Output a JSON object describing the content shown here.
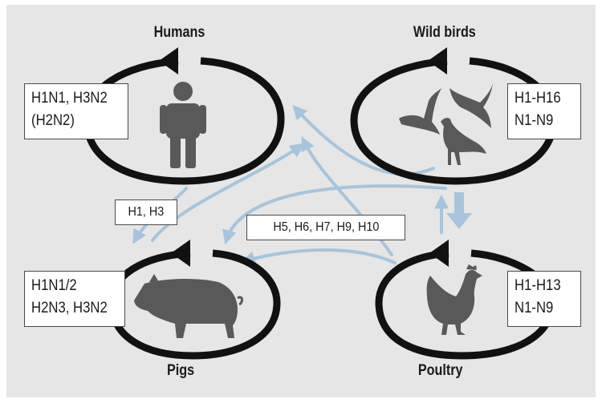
{
  "hosts": {
    "humans": {
      "label": "Humans",
      "subtypes": [
        "H1N1, H3N2",
        "(H2N2)"
      ]
    },
    "wild_birds": {
      "label": "Wild birds",
      "subtypes": [
        "H1-H16",
        "N1-N9"
      ]
    },
    "pigs": {
      "label": "Pigs",
      "subtypes": [
        "H1N1/2",
        "H2N3, H3N2"
      ]
    },
    "poultry": {
      "label": "Poultry",
      "subtypes": [
        "H1-H13",
        "N1-N9"
      ]
    }
  },
  "transmission_labels": {
    "humans_to_pigs": "H1, H3",
    "birds_to_mammals": "H5, H6, H7, H9, H10"
  },
  "colors": {
    "background": "#e6e6e6",
    "cycle": "#111111",
    "silhouette": "#595959",
    "arrow": "#a9c4da"
  },
  "icons": {
    "humans": "person-icon",
    "wild_birds": "wild-birds-icon",
    "pigs": "pig-icon",
    "poultry": "chicken-icon"
  }
}
